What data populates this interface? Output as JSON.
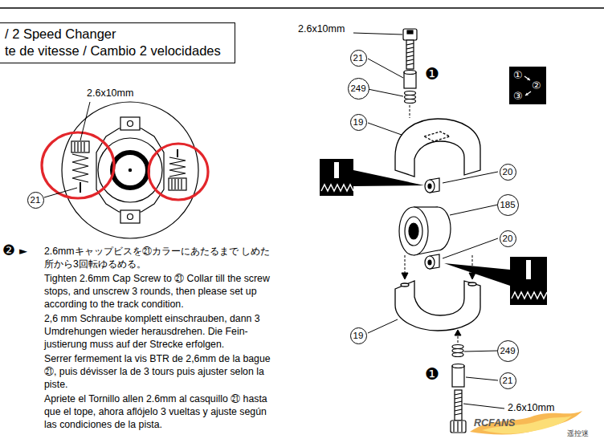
{
  "diagram": {
    "nodes": [
      {
        "text": [
          "/ 2 Speed Changer",
          "te de vitesse / Cambio 2 velocidades"
        ]
      },
      {
        "text": [
          "21"
        ]
      },
      {
        "text": [
          "①",
          "②",
          "③"
        ]
      },
      {
        "text": [
          "21"
        ]
      },
      {
        "text": [
          "249"
        ]
      },
      {
        "text": [
          "19"
        ]
      },
      {
        "text": [
          "20"
        ]
      },
      {
        "text": [
          "185"
        ]
      },
      {
        "text": [
          "20"
        ]
      },
      {
        "text": [
          "19"
        ]
      },
      {
        "text": [
          "249"
        ]
      },
      {
        "text": [
          "21"
        ]
      }
    ],
    "labels": [
      "2.6x10mm",
      "❷",
      "►",
      "2.6mmキャップビスを㉑カラーにあたるまで しめた所から3回転ゆるめる。",
      "Tighten 2.6mm Cap Screw to ㉑ Collar till the screw stops, and unscrew 3 rounds, then please set up according to the track condition.",
      "2,6 mm Schraube komplett einschrauben, dann 3 Umdrehungen wieder herausdrehen. Die Fein- justierung muss auf der Strecke erfolgen.",
      "Serrer fermement la vis BTR de 2,6mm de la bague ㉑, puis dévisser la de 3 tours puis ajuster selon la piste.",
      "Apriete el Tornillo allen 2.6mm al casquillo ㉑ hasta que el tope, ahora aflójelo 3 vueltas y ajuste según las condiciones de la pista.",
      "2.6x10mm",
      "❶",
      "❶",
      "2.6x10mm",
      "RCFANS",
      "遥控迷"
    ]
  }
}
